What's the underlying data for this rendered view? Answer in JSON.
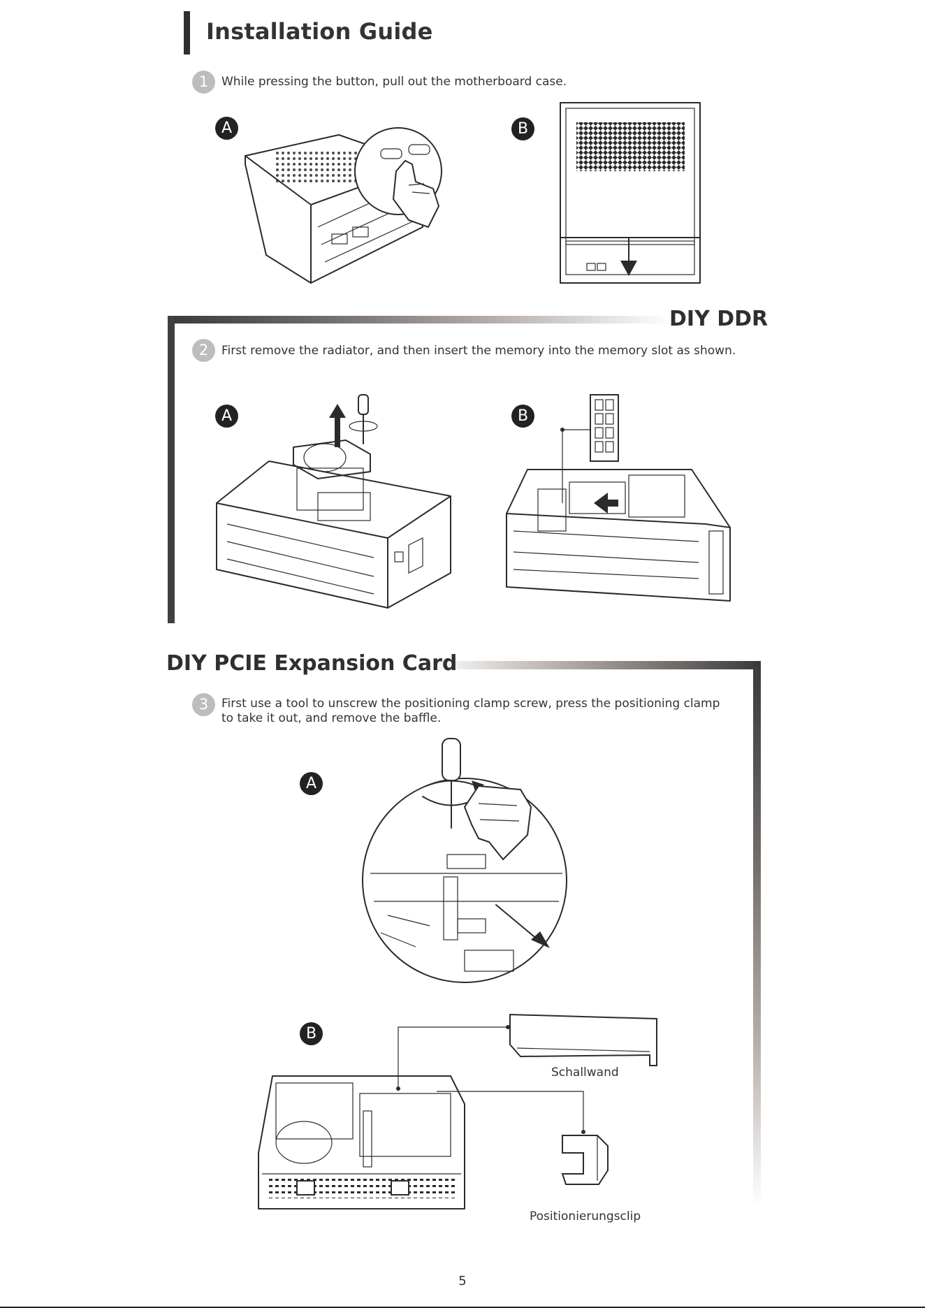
{
  "header": {
    "title": "Installation Guide"
  },
  "steps": [
    {
      "number": "1",
      "text": "While pressing the button, pull out the motherboard case."
    },
    {
      "number": "2",
      "text": "First remove the radiator, and then insert the memory into the memory slot as shown."
    },
    {
      "number": "3",
      "text": "First use a tool to unscrew the positioning clamp screw, press the positioning clamp to take it out, and remove the baffle."
    }
  ],
  "sections": {
    "ddr": "DIY DDR",
    "pcie": "DIY PCIE Expansion Card"
  },
  "figure_labels": {
    "a": "A",
    "b": "B"
  },
  "part_labels": {
    "baffle": "Schallwand",
    "clip": "Positionierungsclip"
  },
  "page_number": "5"
}
